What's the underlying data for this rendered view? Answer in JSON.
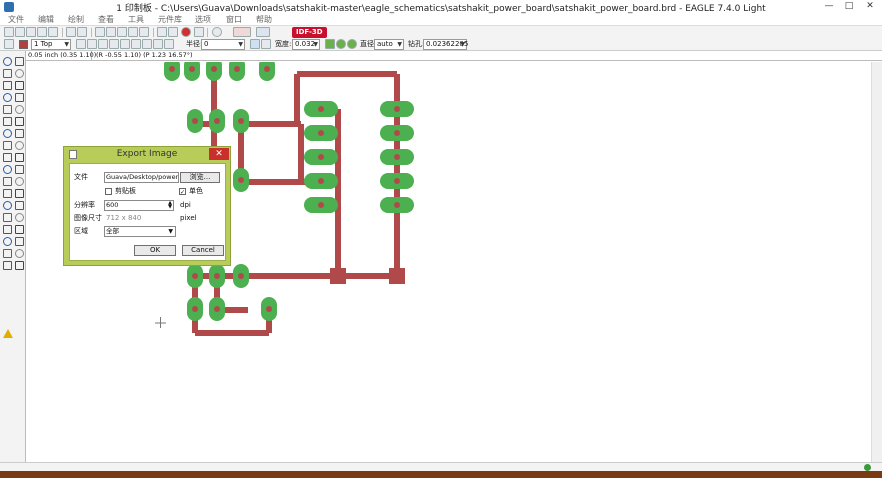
{
  "window": {
    "title": "1 印制板 - C:\\Users\\Guava\\Downloads\\satshakit-master\\eagle_schematics\\satshakit_power_board\\satshakit_power_board.brd - EAGLE 7.4.0 Light",
    "minimize": "—",
    "maximize": "□",
    "close": "✕"
  },
  "menu": [
    "文件",
    "编辑",
    "绘制",
    "查看",
    "工具",
    "元件库",
    "选项",
    "窗口",
    "帮助"
  ],
  "toolbar": {
    "idf_label": "IDF-3D"
  },
  "params": {
    "color": "#b04040",
    "layer": "1 Top",
    "radius_label": "半径:",
    "radius_value": "0",
    "width_label": "宽度:",
    "width_value": "0.032",
    "diameter_label": "直径:",
    "diameter_value": "auto",
    "drill_label": "钻孔:",
    "drill_value": "0.02362205"
  },
  "coords": {
    "grid": "0.05 inch (0.35 1.10)",
    "relative": "(R -0.55 1.10) (P 1.23 16.57°)"
  },
  "dialog": {
    "title": "Export Image",
    "close": "✕",
    "file_label": "文件",
    "file_value": "Guava/Desktop/power.png",
    "browse": "浏览...",
    "clipboard_label": "剪贴板",
    "clipboard_checked": false,
    "mono_label": "单色",
    "mono_checked": true,
    "resolution_label": "分辨率",
    "resolution_value": "600",
    "resolution_unit": "dpi",
    "size_label": "图像尺寸",
    "size_value": "712 x 840",
    "size_unit": "pixel",
    "area_label": "区域",
    "area_value": "全部",
    "ok": "OK",
    "cancel": "Cancel"
  },
  "colors": {
    "pad": "#4caf50",
    "trace": "#b04a4a",
    "dialog_frame": "#b8cc5a"
  }
}
